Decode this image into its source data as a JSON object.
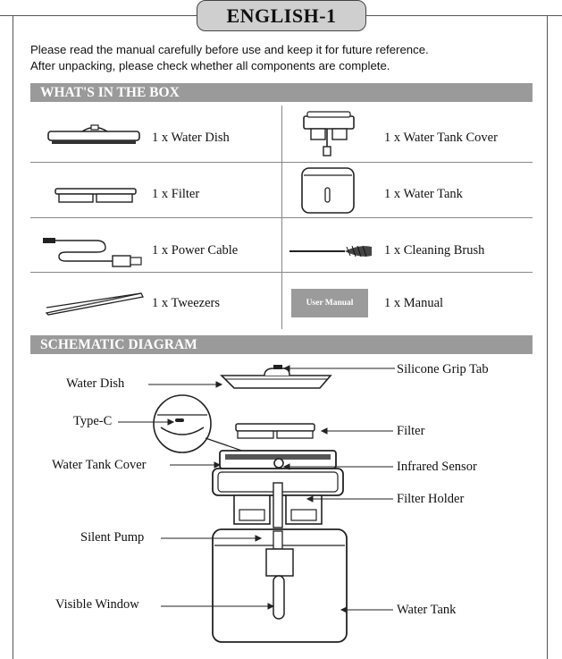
{
  "title": "ENGLISH-1",
  "intro": [
    "Please read the manual carefully before use and keep it for future reference.",
    "After unpacking, please check whether all components are complete."
  ],
  "box": {
    "heading": "WHAT'S IN THE BOX",
    "items": [
      {
        "label": "1 x Water Dish",
        "icon": "water-dish-icon"
      },
      {
        "label": "1 x Water Tank Cover",
        "icon": "water-tank-cover-icon"
      },
      {
        "label": "1 x Filter",
        "icon": "filter-icon"
      },
      {
        "label": "1 x Water Tank",
        "icon": "water-tank-icon"
      },
      {
        "label": "1 x Power Cable",
        "icon": "power-cable-icon"
      },
      {
        "label": "1 x Cleaning Brush",
        "icon": "cleaning-brush-icon"
      },
      {
        "label": "1 x Tweezers",
        "icon": "tweezers-icon"
      },
      {
        "label": "1 x Manual",
        "icon": "manual-icon"
      }
    ],
    "manual_badge": "User Manual"
  },
  "diagram": {
    "heading": "SCHEMATIC DIAGRAM",
    "labels": {
      "silicone_grip_tab": "Silicone Grip Tab",
      "water_dish": "Water Dish",
      "type_c": "Type-C",
      "filter": "Filter",
      "water_tank_cover": "Water Tank Cover",
      "infrared_sensor": "Infrared Sensor",
      "filter_holder": "Filter Holder",
      "silent_pump": "Silent Pump",
      "visible_window": "Visible Window",
      "water_tank": "Water Tank"
    }
  }
}
